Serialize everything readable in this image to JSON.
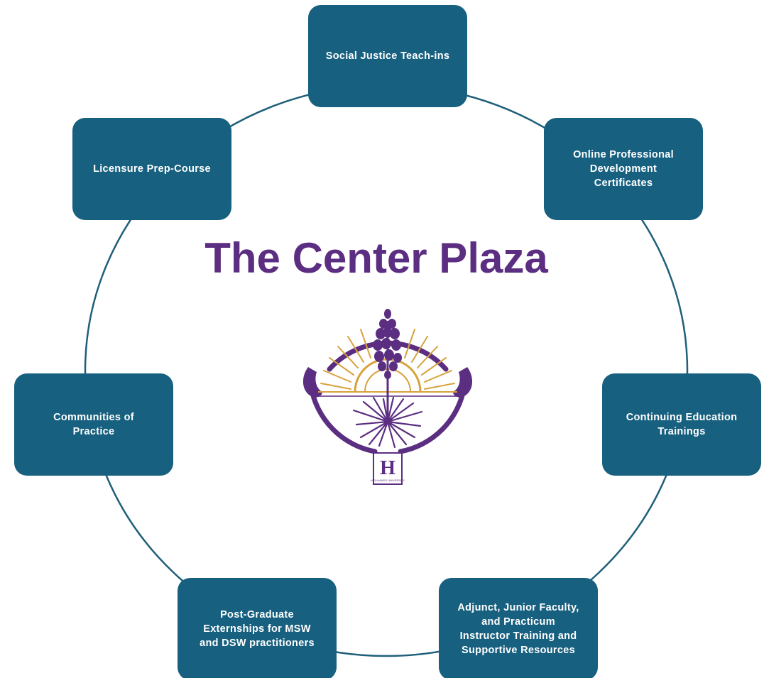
{
  "diagram": {
    "title": "The Center Plaza",
    "colors": {
      "node_fill": "#17607f",
      "node_text": "#ffffff",
      "title": "#5b2e82",
      "ring": "#1f5f7a",
      "logo_purple": "#5b2e82",
      "logo_gold": "#d8a23c"
    },
    "nodes": [
      {
        "id": "top",
        "label": "Social Justice Teach-ins"
      },
      {
        "id": "top-right",
        "label": "Online Professional\nDevelopment\nCertificates"
      },
      {
        "id": "right",
        "label": "Continuing Education\nTrainings"
      },
      {
        "id": "bottom-right",
        "label": "Adjunct, Junior Faculty,\nand Practicum\nInstructor Training and\nSupportive Resources"
      },
      {
        "id": "bottom-left",
        "label": "Post-Graduate\nExternships for MSW\nand DSW practitioners"
      },
      {
        "id": "left",
        "label": "Communities of\nPractice"
      },
      {
        "id": "top-left",
        "label": "Licensure Prep-Course"
      }
    ],
    "logo": {
      "icon": "highlands-university-yucca-logo",
      "monogram": "H",
      "caption": "HIGHLANDS UNIVERSITY"
    }
  }
}
